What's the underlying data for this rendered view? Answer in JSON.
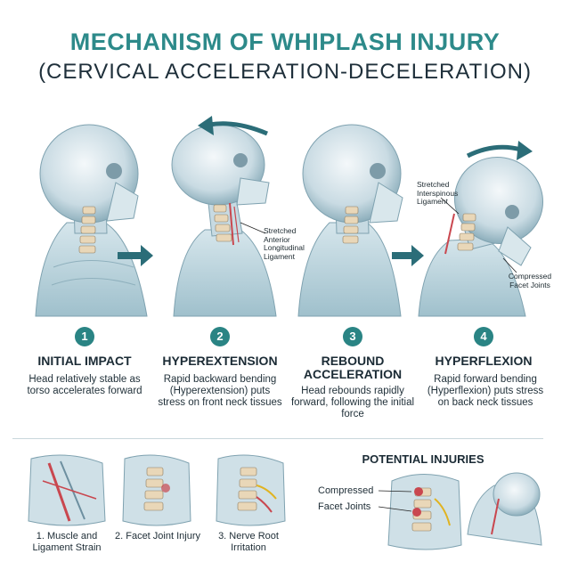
{
  "header": {
    "title": "MECHANISM OF WHIPLASH INJURY",
    "subtitle": "(CERVICAL ACCELERATION-DECELERATION)"
  },
  "stages": [
    {
      "number": "1",
      "title": "INITIAL IMPACT",
      "description": "Head relatively stable as torso accelerates forward"
    },
    {
      "number": "2",
      "title": "HYPEREXTENSION",
      "description": "Rapid backward bending (Hyperextension) puts stress on front neck tissues"
    },
    {
      "number": "3",
      "title": "REBOUND ACCELERATION",
      "description": "Head rebounds rapidly forward, following the initial force"
    },
    {
      "number": "4",
      "title": "HYPERFLEXION",
      "description": "Rapid forward bending (Hyperflexion) puts stress on back neck tissues"
    }
  ],
  "callouts": {
    "anterior": "Stretched Anterior Longitudinal Ligament",
    "interspinous": "Stretched Interspinous Ligament",
    "facet": "Compressed Facet Joints"
  },
  "injuries": {
    "items": [
      {
        "label": "1. Muscle and Ligament Strain"
      },
      {
        "label": "2. Facet Joint Injury"
      },
      {
        "label": "3. Nerve Root Irritation"
      }
    ],
    "potential_title": "POTENTIAL INJURIES",
    "potential_labels": [
      "Compressed",
      "Facet Joints"
    ]
  },
  "colors": {
    "title": "#2d8a8a",
    "accent": "#2a8484",
    "bone": "#d8e6ec",
    "tissue_red": "#c9474f"
  }
}
